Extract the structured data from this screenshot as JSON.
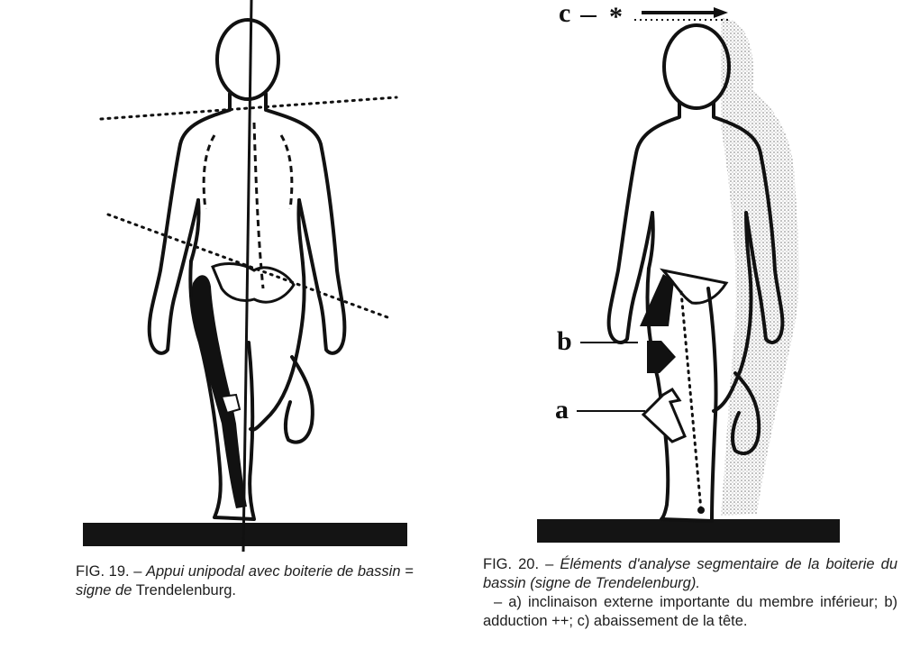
{
  "figure19": {
    "number": "FIG. 19.",
    "dash": "–",
    "title_italic": "Appui unipodal avec boiterie de bassin = signe de",
    "title_plain": "Trendelenburg."
  },
  "figure20": {
    "number": "FIG. 20.",
    "dash": "–",
    "title_italic": "Éléments d'analyse segmentaire de la boiterie du bassin (signe de Trendelenburg).",
    "detail": "– a) inclinaison externe importante du membre inférieur; b) adduction ++; c) abaissement de la tête.",
    "labels": {
      "a": "a",
      "b": "b",
      "c": "c"
    },
    "star": "*"
  }
}
